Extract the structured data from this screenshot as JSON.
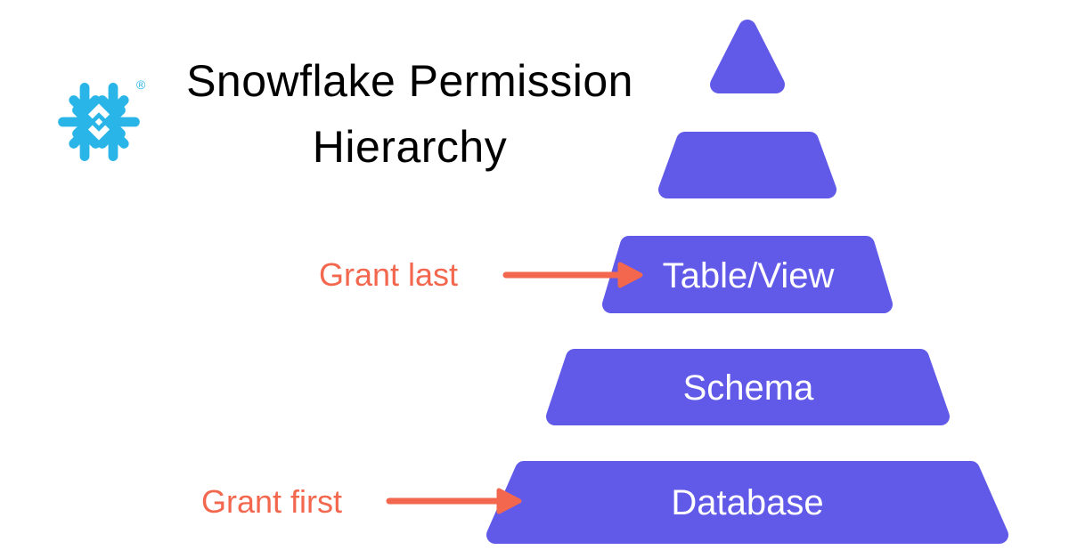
{
  "title": {
    "line1": "Snowflake Permission",
    "line2": "Hierarchy",
    "text_color": "#000000"
  },
  "logo": {
    "registered_mark": "®",
    "brand_color": "#29B5E8"
  },
  "pyramid": {
    "fill_color": "#615AE9",
    "label_color": "#FFFFFF",
    "levels": [
      {
        "label": ""
      },
      {
        "label": ""
      },
      {
        "label": "Table/View"
      },
      {
        "label": "Schema"
      },
      {
        "label": "Database"
      }
    ]
  },
  "annotations": {
    "accent_color": "#F2674E",
    "items": [
      {
        "label": "Grant last",
        "points_to": "Table/View"
      },
      {
        "label": "Grant first",
        "points_to": "Database"
      }
    ]
  }
}
